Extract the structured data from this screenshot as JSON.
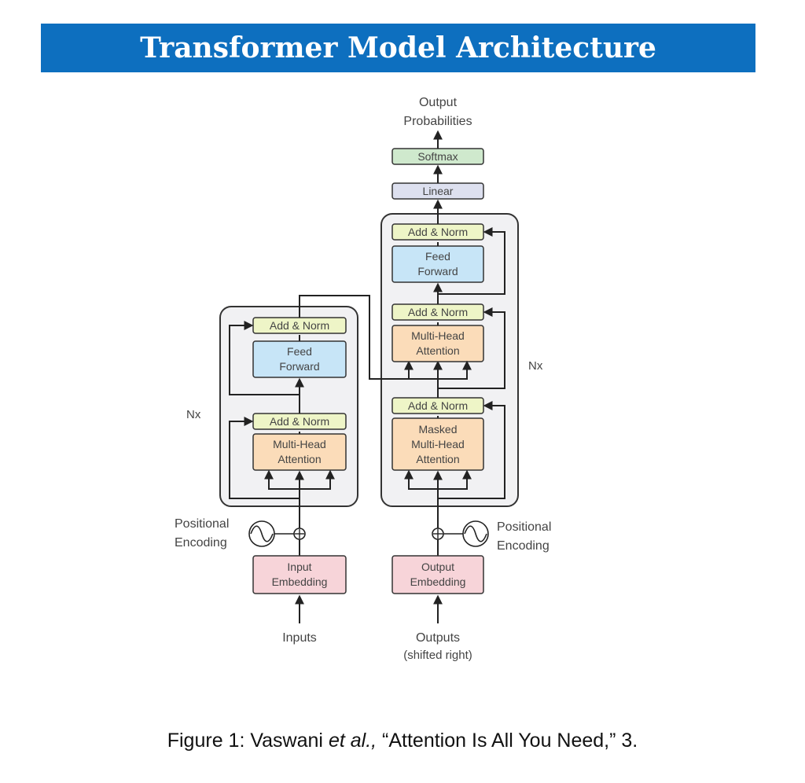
{
  "title": "Transformer Model Architecture",
  "colors": {
    "banner": "#0d6fbf",
    "add_norm": "#eef5c7",
    "feed_forward": "#c7e5f7",
    "attention": "#fbdcb9",
    "embedding": "#f7d4d9",
    "linear": "#dde0ef",
    "softmax": "#cfe9cd",
    "block_bg": "#f1f1f3"
  },
  "diagram": {
    "output_probabilities": [
      "Output",
      "Probabilities"
    ],
    "softmax": "Softmax",
    "linear": "Linear",
    "encoder": {
      "repeat": "Nx",
      "add_norm": "Add & Norm",
      "feed_forward": [
        "Feed",
        "Forward"
      ],
      "attention": [
        "Multi-Head",
        "Attention"
      ],
      "positional_encoding": [
        "Positional",
        "Encoding"
      ],
      "embedding": [
        "Input",
        "Embedding"
      ],
      "input": "Inputs"
    },
    "decoder": {
      "repeat": "Nx",
      "add_norm": "Add & Norm",
      "feed_forward": [
        "Feed",
        "Forward"
      ],
      "cross_attention": [
        "Multi-Head",
        "Attention"
      ],
      "masked_attention": [
        "Masked",
        "Multi-Head",
        "Attention"
      ],
      "positional_encoding": [
        "Positional",
        "Encoding"
      ],
      "embedding": [
        "Output",
        "Embedding"
      ],
      "input": [
        "Outputs",
        "(shifted right)"
      ]
    }
  },
  "caption": {
    "prefix": "Figure 1: Vaswani ",
    "italic": "et al.,",
    "suffix": " “Attention Is All You Need,” 3."
  }
}
